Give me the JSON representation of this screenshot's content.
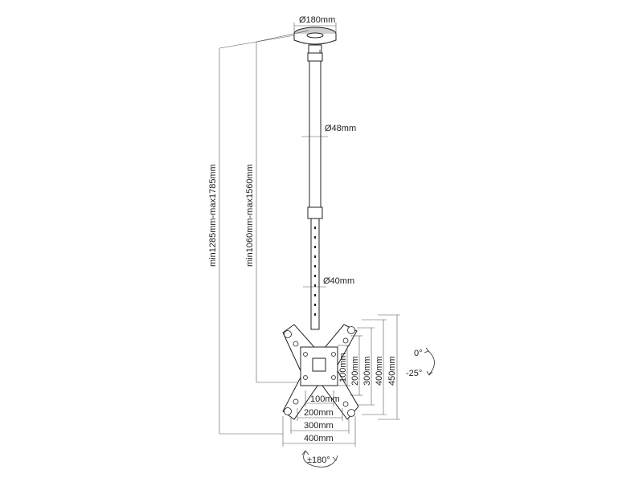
{
  "diagram": {
    "labels": {
      "plate_diameter": "Ø180mm",
      "upper_tube_diameter": "Ø48mm",
      "lower_tube_diameter": "Ø40mm",
      "total_height": "min1285mm-max1785mm",
      "pole_height": "min1060mm-max1560mm",
      "vesa_vertical": [
        "100mm",
        "200mm",
        "300mm",
        "400mm",
        "450mm"
      ],
      "vesa_horizontal": [
        "100mm",
        "200mm",
        "300mm",
        "400mm"
      ],
      "tilt_top": "0°",
      "tilt_bottom": "-25°",
      "swivel": "±180°"
    }
  }
}
